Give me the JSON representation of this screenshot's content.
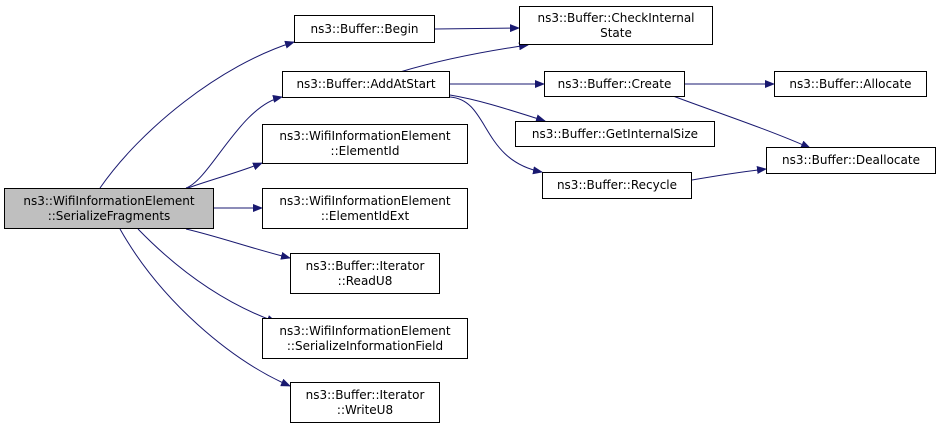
{
  "colors": {
    "edge": "#191970",
    "root_fill": "#bfbfbf",
    "node_fill": "#ffffff",
    "border": "#000000"
  },
  "nodes": {
    "root": {
      "line1": "ns3::WifiInformationElement",
      "line2": "::SerializeFragments"
    },
    "begin": {
      "line1": "ns3::Buffer::Begin"
    },
    "check_internal_state": {
      "line1": "ns3::Buffer::CheckInternal",
      "line2": "State"
    },
    "add_at_start": {
      "line1": "ns3::Buffer::AddAtStart"
    },
    "create": {
      "line1": "ns3::Buffer::Create"
    },
    "allocate": {
      "line1": "ns3::Buffer::Allocate"
    },
    "get_internal_size": {
      "line1": "ns3::Buffer::GetInternalSize"
    },
    "element_id": {
      "line1": "ns3::WifiInformationElement",
      "line2": "::ElementId"
    },
    "deallocate": {
      "line1": "ns3::Buffer::Deallocate"
    },
    "recycle": {
      "line1": "ns3::Buffer::Recycle"
    },
    "element_id_ext": {
      "line1": "ns3::WifiInformationElement",
      "line2": "::ElementIdExt"
    },
    "read_u8": {
      "line1": "ns3::Buffer::Iterator",
      "line2": "::ReadU8"
    },
    "serialize_information_field": {
      "line1": "ns3::WifiInformationElement",
      "line2": "::SerializeInformationField"
    },
    "write_u8": {
      "line1": "ns3::Buffer::Iterator",
      "line2": "::WriteU8"
    }
  }
}
